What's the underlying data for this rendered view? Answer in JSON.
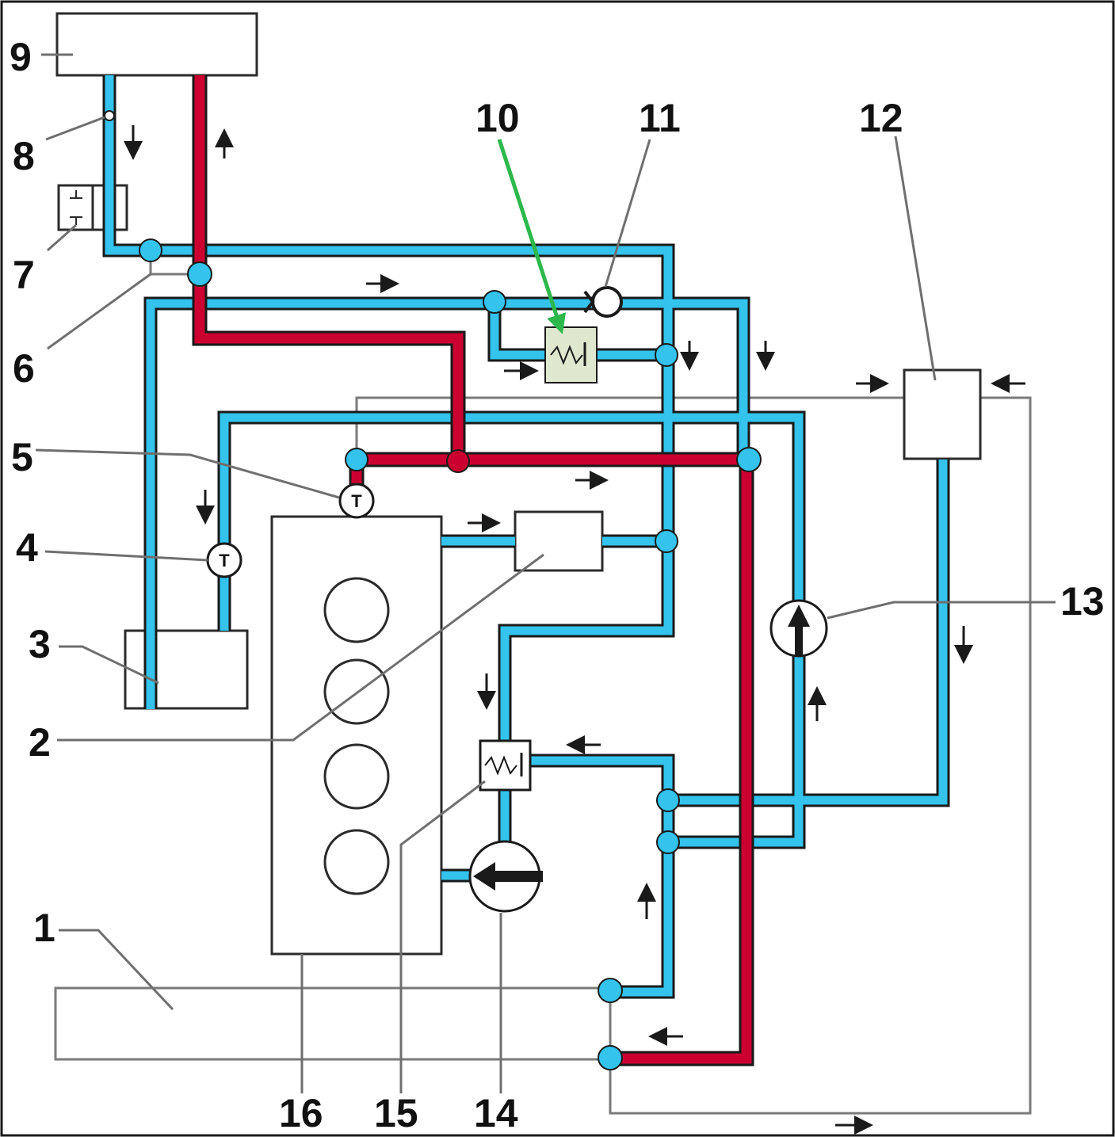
{
  "labels": {
    "l1": "1",
    "l2": "2",
    "l3": "3",
    "l4": "4",
    "l5": "5",
    "l6": "6",
    "l7": "7",
    "l8": "8",
    "l9": "9",
    "l10": "10",
    "l11": "11",
    "l12": "12",
    "l13": "13",
    "l14": "14",
    "l15": "15",
    "l16": "16"
  },
  "sensor_symbol": "T",
  "colors": {
    "cold_coolant": "#33c3ec",
    "hot_coolant": "#cc0030",
    "highlight_arrow": "#2db84b",
    "valve_fill": "#dfe8cf"
  }
}
